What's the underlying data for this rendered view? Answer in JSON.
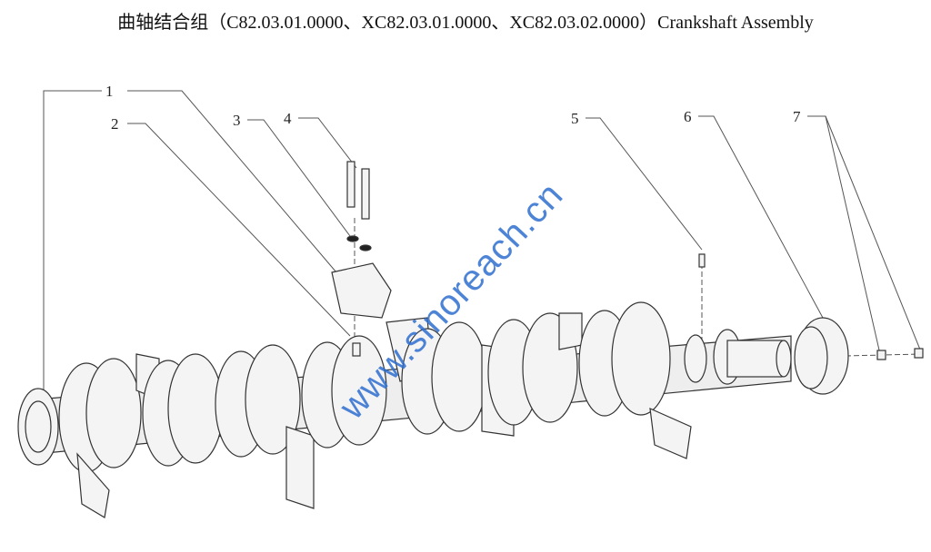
{
  "title": "曲轴结合组（C82.03.01.0000、XC82.03.01.0000、XC82.03.02.0000）Crankshaft Assembly",
  "callouts": [
    "1",
    "2",
    "3",
    "4",
    "5",
    "6",
    "7"
  ],
  "watermark": "www.sinoreach.cn",
  "colors": {
    "watermark": "#2f6fd0",
    "line": "#333333",
    "part_fill": "#f4f4f4"
  }
}
